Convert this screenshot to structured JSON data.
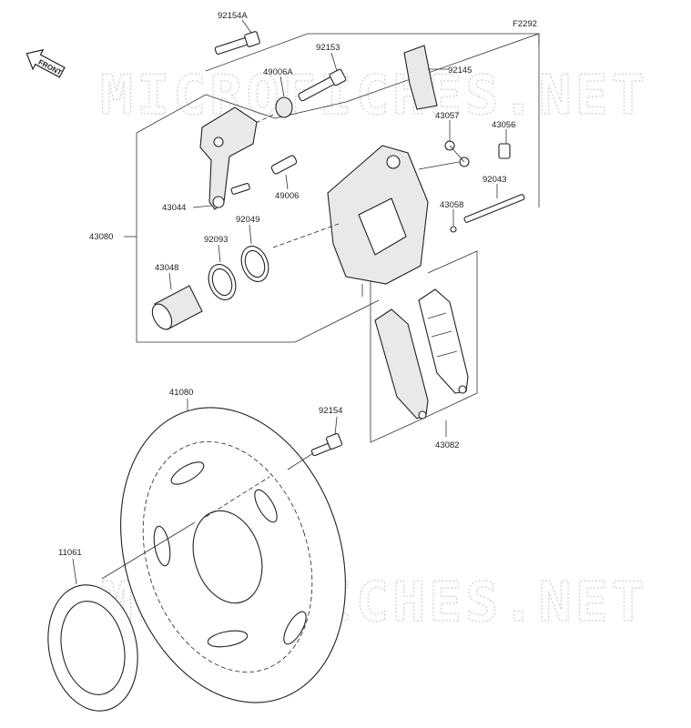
{
  "diagram_id": "F2292",
  "direction_label": "FRONT",
  "watermark": "MICROFICHES.NET",
  "parts": {
    "p92154A": "92154A",
    "p92153": "92153",
    "p92145": "92145",
    "p49006A": "49006A",
    "p43057": "43057",
    "p43056": "43056",
    "p92043": "92043",
    "p43058": "43058",
    "p43044": "43044",
    "p49006": "49006",
    "p92049": "92049",
    "p92093": "92093",
    "p43080": "43080",
    "p43048": "43048",
    "p41080": "41080",
    "p92154": "92154",
    "p43082": "43082",
    "p11061": "11061"
  }
}
